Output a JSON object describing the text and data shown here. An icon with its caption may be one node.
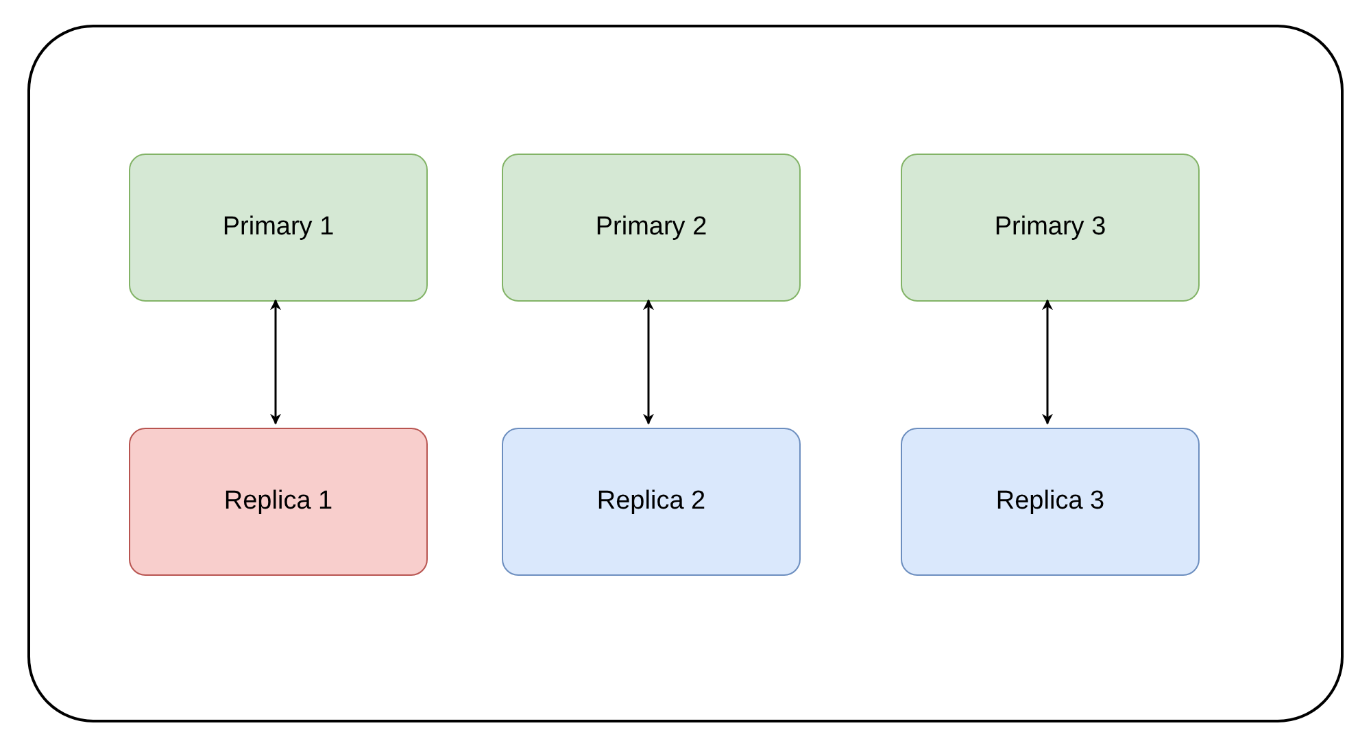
{
  "diagram": {
    "nodes": [
      {
        "text": [],
        "shape": "box"
      },
      {
        "text": [
          "Primary 1"
        ],
        "in": 0
      },
      {
        "text": [
          "Primary 2"
        ],
        "in": 0
      },
      {
        "text": [
          "Primary 3"
        ],
        "in": 0
      },
      {
        "text": [
          "Replica 1"
        ],
        "in": 0
      },
      {
        "text": [
          "Replica 2"
        ],
        "in": 0
      },
      {
        "text": [
          "Replica 3"
        ],
        "in": 0
      }
    ],
    "edges": [
      {
        "from": 1,
        "to": 4,
        "arrow": "both"
      },
      {
        "from": 2,
        "to": 5,
        "arrow": "both"
      },
      {
        "from": 3,
        "to": 6,
        "arrow": "both"
      }
    ]
  }
}
